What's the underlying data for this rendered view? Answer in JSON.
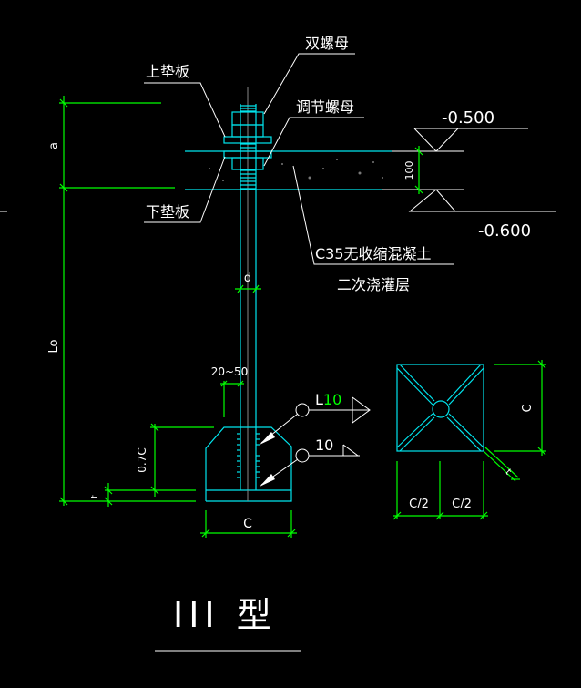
{
  "labels": {
    "upper_plate": "上垫板",
    "double_nut": "双螺母",
    "adjust_nut": "调节螺母",
    "lower_plate": "下垫板",
    "grout_material": "C35无收缩混凝土",
    "grout_layer": "二次浇灌层"
  },
  "elevations": {
    "top": "-0.500",
    "bottom": "-0.600"
  },
  "dimensions": {
    "a": "a",
    "lo": "Lo",
    "grout_thickness": "100",
    "d": "d",
    "edge": "20~50",
    "height": "0.7C",
    "t": "t",
    "width": "C",
    "plate_side": "C",
    "half_left": "C/2",
    "half_right": "C/2",
    "plate_t": "t"
  },
  "welds": {
    "fillet_prefix": "L",
    "fillet_size": "10",
    "weld_size": "10"
  },
  "title": "III 型",
  "colors": {
    "line": "#ffffff",
    "object": "#00e5ee",
    "dimension": "#00ff00",
    "centerline": "#888888",
    "background": "#000000"
  }
}
